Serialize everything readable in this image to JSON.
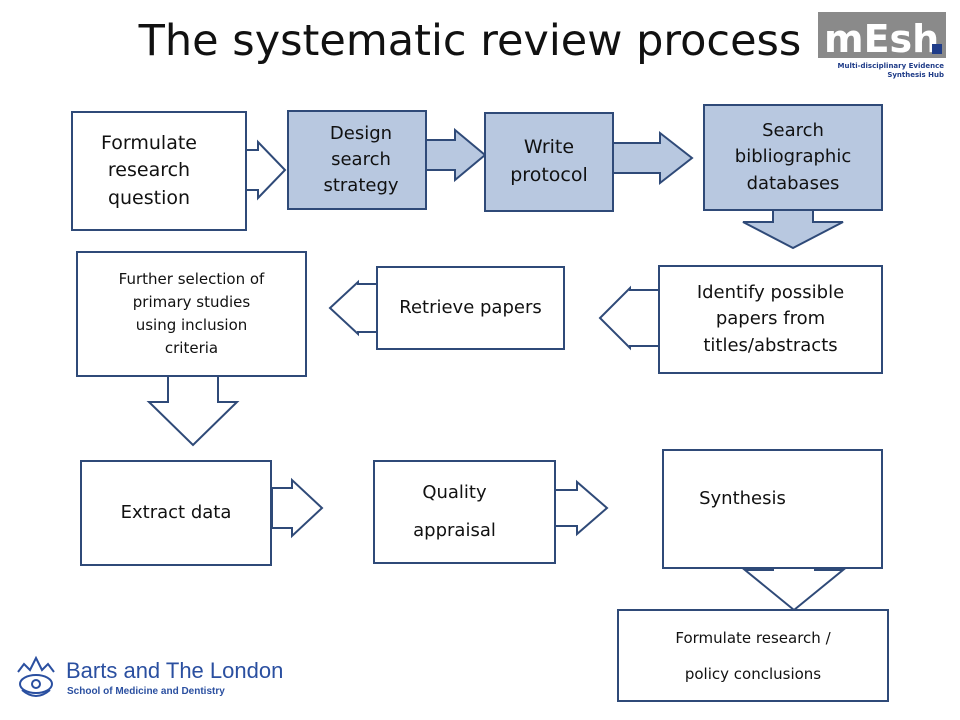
{
  "title": "The systematic review process",
  "logos": {
    "mesh": {
      "wordmark": "mEsh",
      "dot": ".",
      "line1": "Multi-disciplinary Evidence",
      "line2": "Synthesis Hub"
    },
    "barts": {
      "line1": "Barts and The London",
      "line2": "School of Medicine and Dentistry"
    }
  },
  "steps": {
    "formulate": [
      "Formulate",
      "research",
      "question"
    ],
    "design": [
      "Design",
      "search",
      "strategy"
    ],
    "protocol": [
      "Write",
      "protocol"
    ],
    "search": [
      "Search",
      "bibliographic",
      "databases"
    ],
    "identify": [
      "Identify possible",
      "papers from",
      "titles/abstracts"
    ],
    "retrieve": [
      "Retrieve papers"
    ],
    "further": [
      "Further selection of",
      "primary studies",
      "using inclusion",
      "criteria"
    ],
    "extract": [
      "Extract data"
    ],
    "quality": [
      "Quality",
      "appraisal"
    ],
    "synthesis": [
      "Synthesis"
    ],
    "conclusions": [
      "Formulate research /",
      "policy conclusions"
    ]
  },
  "colors": {
    "filled": "#b8c8e0",
    "border": "#2f4a78"
  }
}
